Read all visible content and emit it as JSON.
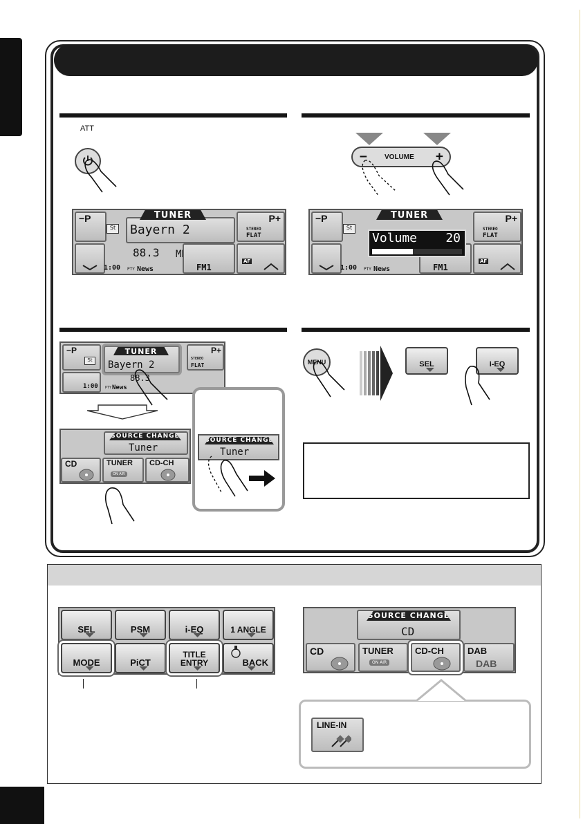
{
  "markers": {
    "att": "ATT"
  },
  "volume_control": {
    "label": "VOLUME",
    "minus": "−",
    "plus": "+"
  },
  "tuner_display": {
    "source_tab": "TUNER",
    "station": "Bayern 2",
    "frequency": "88.3",
    "unit": "MHz",
    "band": "FM1",
    "clock": "1:00",
    "pty_tag": "PTY",
    "pty_value": "News",
    "preset_minus": "−P",
    "preset_plus": "P+",
    "st_icon": "St",
    "stereo": "STEREO",
    "flat": "FLAT",
    "af": "AF"
  },
  "volume_overlay": {
    "label": "Volume",
    "value": "20",
    "level": 0.45
  },
  "source_change": {
    "tab": "SOURCE CHANGE",
    "current_tuner": "Tuner",
    "current_cd": "CD",
    "buttons": [
      "CD",
      "TUNER",
      "CD-CH",
      "DAB"
    ],
    "on_air": "ON AIR"
  },
  "menu": {
    "menu_button": "MENU",
    "sel": "SEL",
    "ieq": "i-EQ"
  },
  "menu_grid": {
    "row1": [
      "SEL",
      "PSM",
      "i-EQ",
      "1 ANGLE"
    ],
    "row2": [
      "MODE",
      "PiCT",
      "TITLE ENTRY",
      "BACK"
    ]
  },
  "line_in": {
    "label": "LINE-IN"
  }
}
